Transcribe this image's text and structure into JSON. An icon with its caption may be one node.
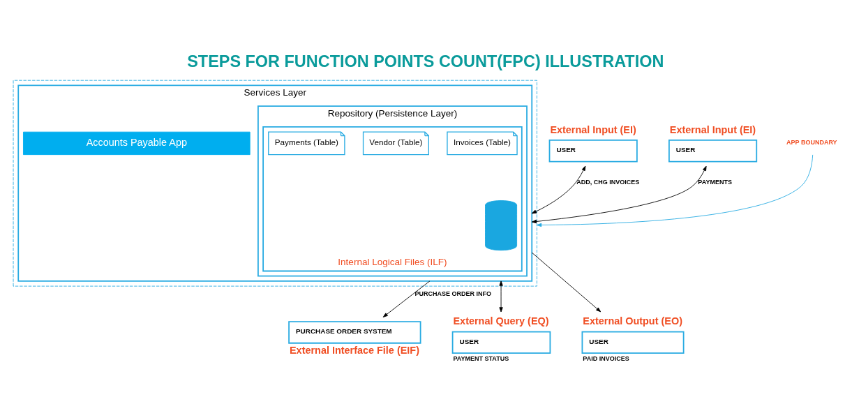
{
  "diagram": {
    "title": "STEPS FOR FUNCTION POINTS COUNT(FPC) ILLUSTRATION",
    "nodes": [
      {
        "text": [],
        "shape": "box"
      },
      {
        "text": [
          "Services Layer"
        ],
        "in": 0
      },
      {
        "text": [
          "Repository (Persistence Layer)"
        ],
        "in": 1
      },
      {
        "text": [
          "Internal Logical Files (ILF)"
        ],
        "in": 2
      },
      {
        "text": [],
        "shape": "cylinder",
        "in": 3
      },
      {
        "text": [
          "Invoices (Table)"
        ],
        "in": 3
      },
      {
        "text": [
          "Vendor (Table)"
        ],
        "in": 3
      },
      {
        "text": [
          "Payments (Table)"
        ],
        "in": 3
      },
      {
        "text": [
          "Accounts Payable App"
        ],
        "in": 1
      },
      {
        "text": [
          "External Input (EI)",
          "USER"
        ]
      },
      {
        "text": [
          "External Input (EI)",
          "USER"
        ]
      },
      {
        "text": [
          "PURCHASE ORDER SYSTEM",
          "External Interface File (EIF)"
        ]
      },
      {
        "text": [
          "External Query (EQ)",
          "USER"
        ],
        "beside": [
          "PAYMENT STATUS"
        ]
      },
      {
        "text": [
          "External Output (EO)",
          "USER"
        ],
        "beside": [
          "PAID INVOICES"
        ]
      },
      {
        "text": [
          "APP BOUNDARY"
        ]
      }
    ],
    "edges": [
      {
        "from": 9,
        "to": 1,
        "arrow": "both",
        "label": "ADD, CHG INVOICES"
      },
      {
        "from": 10,
        "to": 1,
        "arrow": "both",
        "label": "PAYMENTS"
      },
      {
        "from": 1,
        "to": 11,
        "arrow": "to",
        "label": "PURCHASE ORDER INFO"
      },
      {
        "from": 1,
        "to": 12,
        "arrow": "both"
      },
      {
        "from": 1,
        "to": 13,
        "arrow": "to"
      },
      {
        "from": 14,
        "to": 0,
        "arrow": "to",
        "color": "#29abe2"
      }
    ]
  }
}
